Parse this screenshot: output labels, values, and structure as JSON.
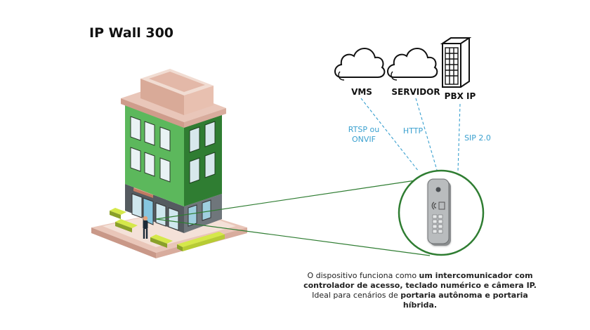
{
  "title": "IP Wall 300",
  "nodes": {
    "vms": "VMS",
    "servidor": "SERVIDOR",
    "pbx": "PBX IP"
  },
  "protocols": {
    "rtsp_line1": "RTSP ou",
    "rtsp_line2": "ONVIF",
    "http": "HTTP",
    "sip": "SIP 2.0"
  },
  "description": {
    "p1": "O dispositivo funciona como ",
    "b1": "um intercomunicador com controlador de acesso, teclado numérico e câmera IP.",
    "p2": " Ideal para cenários de ",
    "b2": "portaria autônoma e portaria híbrida."
  },
  "colors": {
    "accent_green": "#2f7d32",
    "facade_green": "#5cb85c",
    "protocol_blue": "#3aa0cf",
    "roof_pink": "#e9c6b9",
    "lime": "#d5e84a"
  }
}
